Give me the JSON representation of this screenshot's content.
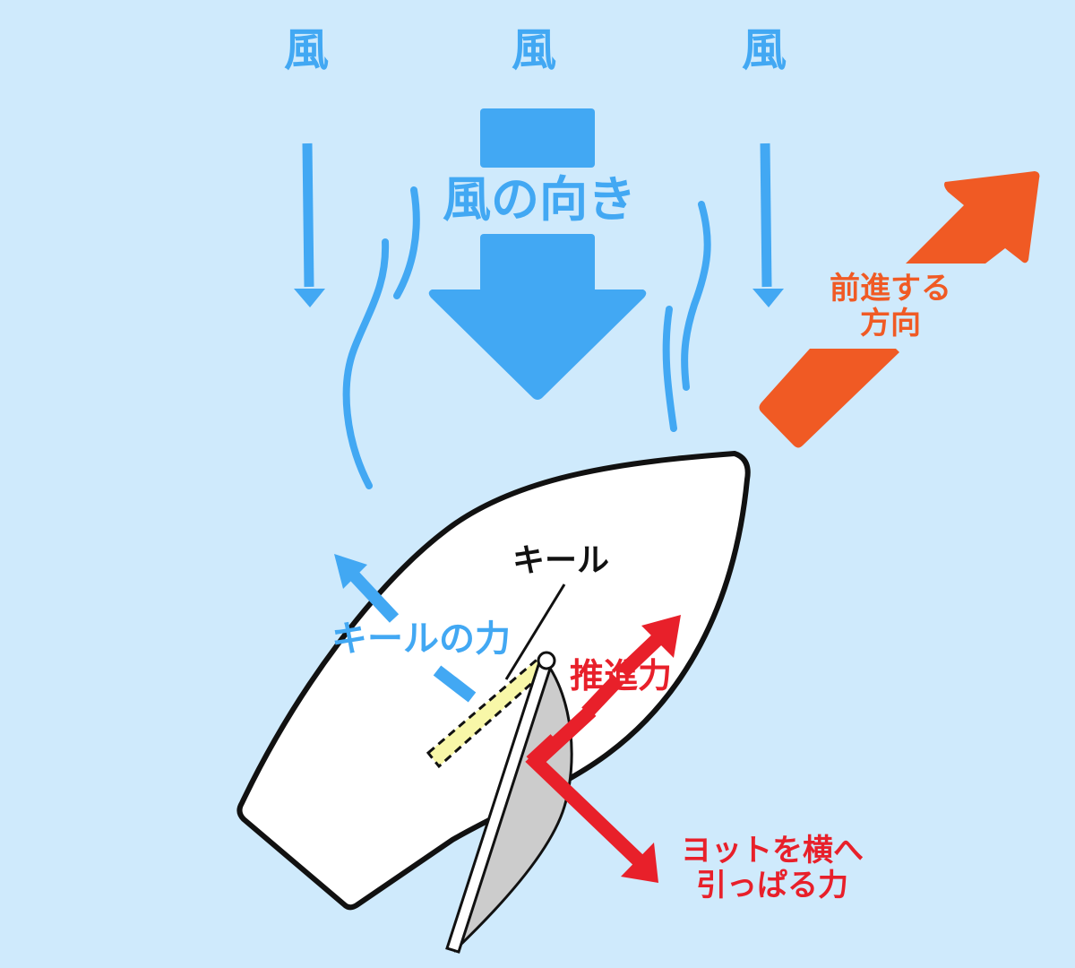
{
  "colors": {
    "background": "#cfeafc",
    "wind_blue": "#42a8f3",
    "forward_orange": "#f05a24",
    "force_red": "#e8202a",
    "hull_fill": "#ffffff",
    "outline": "#111111",
    "sail_gray": "#cccccc",
    "keel_yellow": "#f8f7a8"
  },
  "wind": {
    "labels": [
      "風",
      "風",
      "風"
    ],
    "direction_label": "風の向き"
  },
  "forward": {
    "line1": "前進する",
    "line2": "方向"
  },
  "boat": {
    "keel_label": "キール",
    "keel_force_label": "キールの力",
    "thrust_label": "推進力",
    "side_force_line1": "ヨットを横へ",
    "side_force_line2": "引っぱる力"
  }
}
